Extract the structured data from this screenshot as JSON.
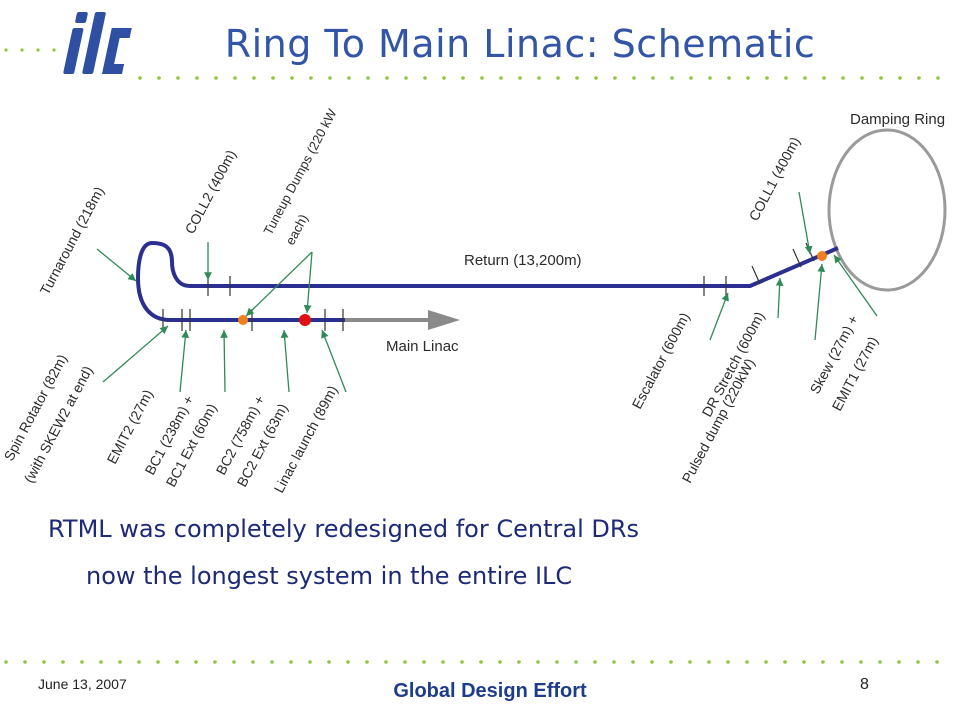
{
  "slide": {
    "title": "Ring To Main Linac: Schematic",
    "body_lines": [
      "RTML was completely redesigned for Central DRs",
      "now the longest system in the entire ILC"
    ]
  },
  "footer": {
    "date": "June 13, 2007",
    "center": "Global Design Effort",
    "page": "8"
  },
  "diagram": {
    "damping_ring": "Damping Ring",
    "return": "Return (13,200m)",
    "main_linac": "Main Linac",
    "coll1": "COLL1 (400m)",
    "coll2": "COLL2 (400m)",
    "tuneup_1": "Tuneup Dumps (220 kW",
    "tuneup_2": "each)",
    "turnaround": "Turnaround (218m)",
    "spin_1": "Spin Rotator (82m)",
    "spin_2": "(with SKEW2 at end)",
    "emit2": "EMIT2 (27m)",
    "bc1_1": "BC1 (238m) +",
    "bc1_2": "BC1 Ext (60m)",
    "bc2_1": "BC2 (758m) +",
    "bc2_2": "BC2 Ext (63m)",
    "linac_launch": "Linac launch (89m)",
    "escalator": "Escalator (600m)",
    "dr_stretch": "DR Stretch (600m)",
    "pulsed_dump": "Pulsed dump (220kW)",
    "skew_1": "Skew (27m) +",
    "skew_2": "EMIT1 (27m)"
  },
  "colors": {
    "beamline": "#2b2f8f",
    "title": "#3355a8",
    "arrow": "#2e8b57",
    "dots": "#8fc63f",
    "dump_orange": "#f07f1e",
    "dump_red": "#e01010"
  }
}
